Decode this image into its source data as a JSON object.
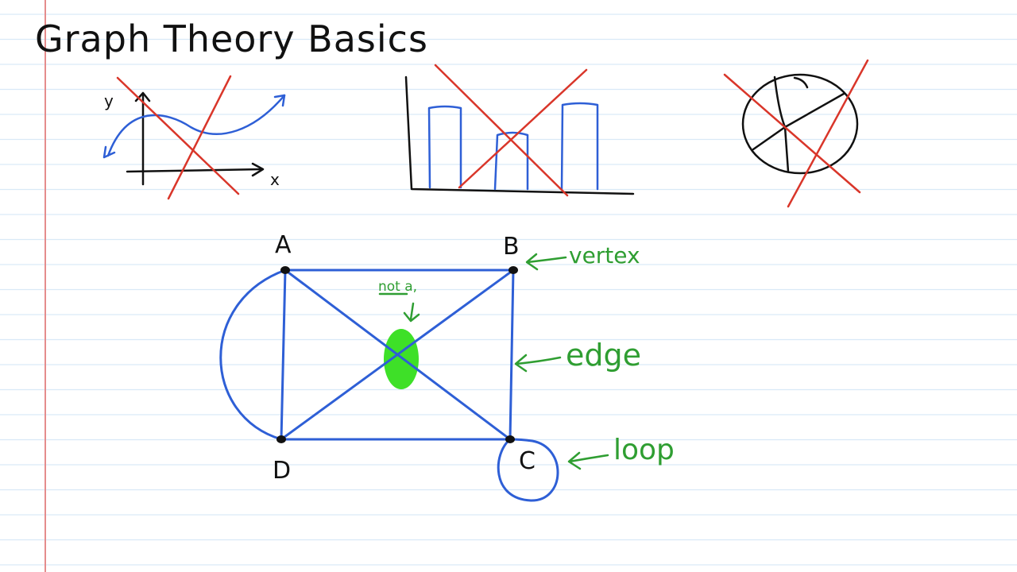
{
  "title": "Graph Theory Basics",
  "colors": {
    "ruled_line": "#d9e9f7",
    "margin_line": "#e58c8c",
    "ink_black": "#111111",
    "ink_blue": "#2e5fd6",
    "ink_red": "#d9362a",
    "ink_green": "#2f9e32",
    "highlight_green": "#3ee028"
  },
  "examples": {
    "function_plot": {
      "y_label": "y",
      "x_label": "x"
    }
  },
  "graph": {
    "vertices": [
      {
        "id": "A",
        "label": "A"
      },
      {
        "id": "B",
        "label": "B"
      },
      {
        "id": "C",
        "label": "C"
      },
      {
        "id": "D",
        "label": "D"
      }
    ],
    "edges": [
      {
        "from": "A",
        "to": "B"
      },
      {
        "from": "B",
        "to": "C"
      },
      {
        "from": "C",
        "to": "D"
      },
      {
        "from": "D",
        "to": "A"
      },
      {
        "from": "A",
        "to": "C"
      },
      {
        "from": "B",
        "to": "D"
      },
      {
        "from": "A",
        "to": "D",
        "curved": true
      },
      {
        "from": "C",
        "to": "C",
        "loop": true
      }
    ]
  },
  "annotations": {
    "vertex": "vertex",
    "edge": "edge",
    "loop": "loop",
    "not_a": "not a,"
  }
}
